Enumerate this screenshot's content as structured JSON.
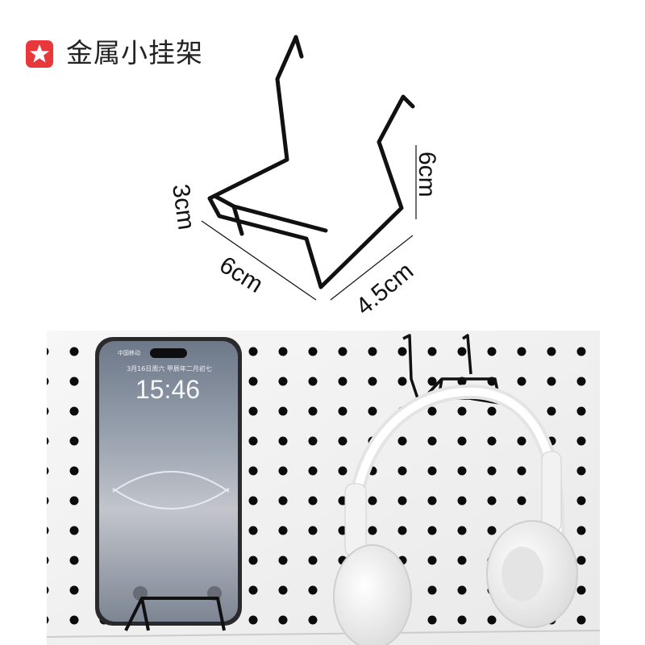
{
  "header": {
    "title": "金属小挂架",
    "badge_icon": "star-icon",
    "badge_color": "#e8383d"
  },
  "diagram": {
    "dimensions": {
      "height_left": "3cm",
      "depth_bottom": "6cm",
      "width_bottom": "4.5cm",
      "height_right": "6cm"
    }
  },
  "photo": {
    "phone": {
      "carrier": "中国移动",
      "date": "3月16日周六",
      "lunar": "甲辰年二月初七",
      "time": "15:46"
    }
  },
  "colors": {
    "wire": "#111111",
    "pegboard": "#f4f4f4",
    "hole": "#0c0c0c"
  }
}
